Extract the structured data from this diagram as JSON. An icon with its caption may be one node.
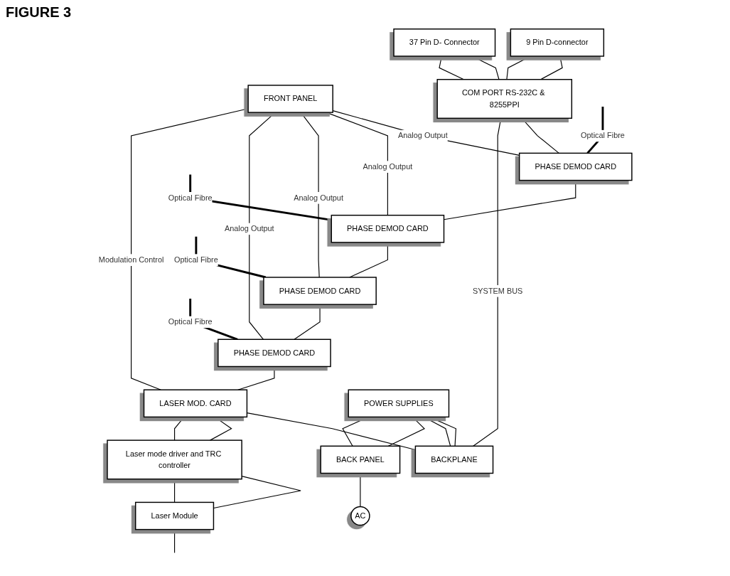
{
  "diagram": {
    "title": "FIGURE 3",
    "nodes": [
      {
        "text": [
          "FRONT PANEL"
        ]
      },
      {
        "text": [
          "9 Pin D-connector"
        ]
      },
      {
        "text": [
          "37 Pin D- Connector"
        ]
      },
      {
        "text": [
          "COM PORT RS-232C & 8255PPI"
        ]
      },
      {
        "text": [
          "PHASE DEMOD CARD"
        ]
      },
      {
        "text": [
          "PHASE DEMOD CARD"
        ]
      },
      {
        "text": [
          "PHASE DEMOD CARD"
        ]
      },
      {
        "text": [
          "PHASE DEMOD CARD"
        ]
      },
      {
        "text": [
          "LASER MOD. CARD"
        ]
      },
      {
        "text": [
          "POWER SUPPLIES"
        ]
      },
      {
        "text": [
          "BACKPLANE"
        ]
      },
      {
        "text": [
          "Laser mode driver and TRC controller"
        ]
      },
      {
        "text": [
          "Laser Module"
        ]
      },
      {
        "text": [
          "BACK PANEL"
        ]
      },
      {
        "text": [
          "AC"
        ]
      }
    ],
    "edges": [
      {
        "from": 0,
        "to": 4,
        "arrow": "none",
        "label": "Analog Output"
      },
      {
        "from": 0,
        "to": 5,
        "arrow": "none",
        "label": "Analog Output"
      },
      {
        "from": 0,
        "to": 6,
        "arrow": "none",
        "label": "Analog Output"
      },
      {
        "from": 0,
        "to": 7,
        "arrow": "none",
        "label": "Analog Output"
      },
      {
        "from": 0,
        "to": 8,
        "arrow": "none",
        "label": "Modulation Control"
      },
      {
        "from": null,
        "to": 4,
        "arrow": "none",
        "label": "Optical Fibre",
        "style": "thick"
      },
      {
        "from": null,
        "to": 5,
        "arrow": "none",
        "label": "Optical Fibre",
        "style": "thick"
      },
      {
        "from": null,
        "to": 6,
        "arrow": "none",
        "label": "Optical Fibre",
        "style": "thick"
      },
      {
        "from": null,
        "to": 7,
        "arrow": "none",
        "label": "Optical Fibre",
        "style": "thick"
      },
      {
        "from": 1,
        "to": 3,
        "arrow": "none"
      },
      {
        "from": 1,
        "to": 3,
        "arrow": "none"
      },
      {
        "from": 2,
        "to": 3,
        "arrow": "none"
      },
      {
        "from": 2,
        "to": 3,
        "arrow": "none"
      },
      {
        "from": 3,
        "to": 4,
        "arrow": "none"
      },
      {
        "from": 4,
        "to": 5,
        "arrow": "none"
      },
      {
        "from": 5,
        "to": 6,
        "arrow": "none"
      },
      {
        "from": 6,
        "to": 7,
        "arrow": "none"
      },
      {
        "from": 7,
        "to": 8,
        "arrow": "none"
      },
      {
        "from": 3,
        "to": 10,
        "arrow": "none",
        "label": "SYSTEM BUS"
      },
      {
        "from": 8,
        "to": 10,
        "arrow": "none"
      },
      {
        "from": 8,
        "to": 11,
        "arrow": "none"
      },
      {
        "from": 8,
        "to": 11,
        "arrow": "none"
      },
      {
        "from": 9,
        "to": 10,
        "arrow": "none"
      },
      {
        "from": 9,
        "to": 10,
        "arrow": "none"
      },
      {
        "from": 9,
        "to": 13,
        "arrow": "none"
      },
      {
        "from": 9,
        "to": 13,
        "arrow": "none"
      },
      {
        "from": 13,
        "to": 14,
        "arrow": "none"
      },
      {
        "from": 11,
        "to": 12,
        "arrow": "none"
      },
      {
        "from": 11,
        "to": 12,
        "arrow": "none"
      },
      {
        "from": 12,
        "to": null,
        "arrow": "none"
      }
    ]
  }
}
